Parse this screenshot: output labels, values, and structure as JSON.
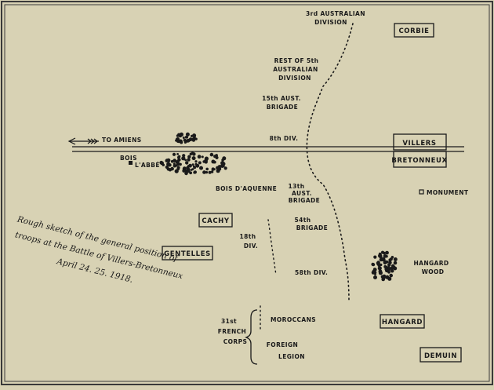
{
  "towns": {
    "corbie": "CORBIE",
    "villers": "VILLERS",
    "bretonneux": "BRETONNEUX",
    "cachy": "CACHY",
    "gentelles": "GENTELLES",
    "hangard": "HANGARD",
    "demuin": "DEMUIN"
  },
  "labels": {
    "australian_3rd": [
      "3rd AUSTRALIAN",
      "DIVISION"
    ],
    "rest_5th": [
      "REST OF 5th",
      "AUSTRALIAN",
      "DIVISION"
    ],
    "aust_15th": [
      "15th AUST.",
      "BRIGADE"
    ],
    "div_8th": "8th DIV.",
    "to_amiens": "TO AMIENS",
    "bois_labbe": [
      "BOIS",
      "L'ABBÉ"
    ],
    "bois_daquenne": "BOIS D'AQUENNE",
    "aust_13th": [
      "13th",
      "AUST.",
      "BRIGADE"
    ],
    "monument": "MONUMENT",
    "brigade_54th": [
      "54th",
      "BRIGADE"
    ],
    "div_18th": [
      "18th",
      "DIV."
    ],
    "div_58th": "58th DIV.",
    "hangard_wood": [
      "HANGARD",
      "WOOD"
    ],
    "moroccans": "MOROCCANS",
    "french_corps_31st": [
      "31st",
      "FRENCH",
      "CORPS"
    ],
    "foreign_legion": [
      "FOREIGN",
      "LEGION"
    ]
  },
  "caption": [
    "Rough sketch of the general position of",
    "troops at the Battle of Villers-Bretonneux",
    "April 24. 25. 1918."
  ],
  "colors": {
    "paper": "#d8d2b4",
    "ink": "#1a1a1a",
    "frame": "#3a3a3a"
  }
}
